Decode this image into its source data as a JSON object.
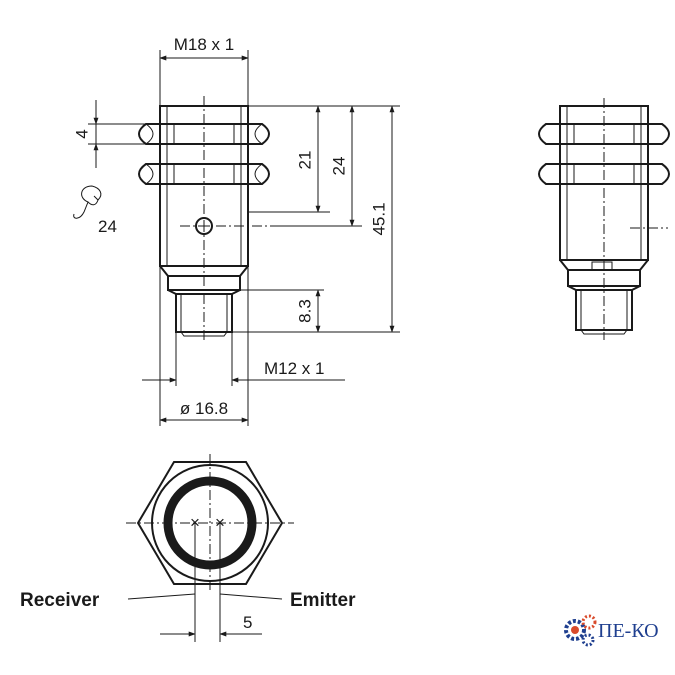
{
  "dimensions": {
    "thread_main": "M18 x 1",
    "nut_thickness": "4",
    "wrench_size": "24",
    "len_21": "21",
    "len_24": "24",
    "len_45_1": "45.1",
    "len_8_3": "8.3",
    "thread_connector": "M12 x 1",
    "diameter": "ø 16.8",
    "optical_axis_offset": "5"
  },
  "labels": {
    "receiver": "Receiver",
    "emitter": "Emitter"
  },
  "logo": {
    "text": "ПЕ-КО",
    "colors": {
      "gear_primary": "#1f3f8f",
      "gear_accent": "#d94a2b"
    }
  },
  "icons": [
    "wrench-icon",
    "screw-icon",
    "gear-logo-icon"
  ]
}
